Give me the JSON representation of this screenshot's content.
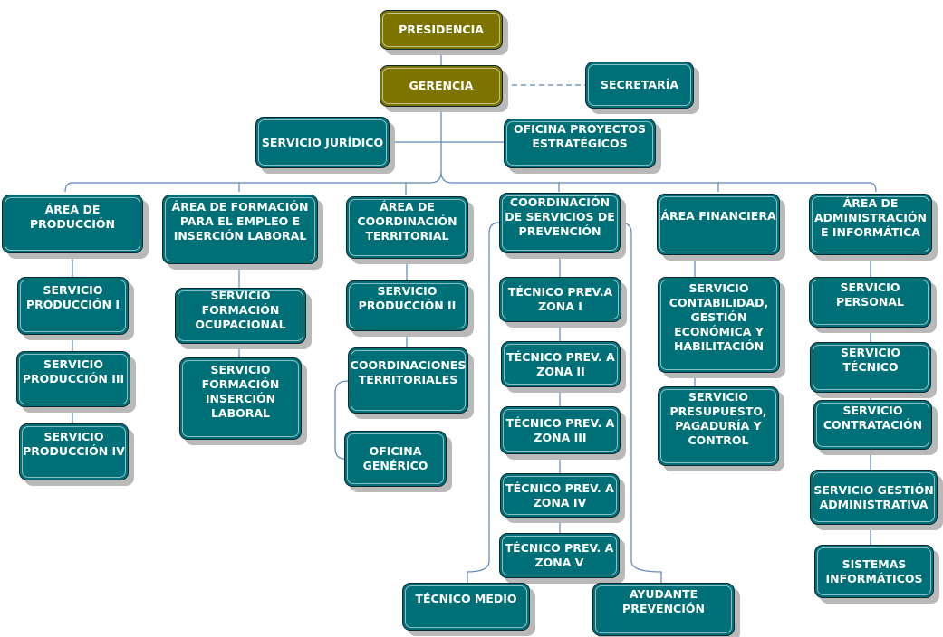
{
  "colors": {
    "node": "#007078",
    "top_node": "#7d7400",
    "connector": "#5b86b9",
    "shadow": "#b9b9b9"
  },
  "nodes": {
    "presidencia": "PRESIDENCIA",
    "gerencia": "GERENCIA",
    "secretaria": "SECRETARÍA",
    "juridico": "SERVICIO JURÍDICO",
    "oficina_proyectos": "OFICINA PROYECTOS\nESTRATÉGICOS",
    "area_produccion": "ÁREA DE\nPRODUCCIÓN",
    "area_formacion": "ÁREA DE FORMACIÓN\nPARA EL EMPLEO E\nINSERCIÓN LABORAL",
    "area_coordinacion": "ÁREA DE\nCOORDINACIÓN\nTERRITORIAL",
    "coordinacion_prevencion": "COORDINACIÓN\nDE SERVICIOS DE\nPREVENCIÓN",
    "area_financiera": "ÁREA FINANCIERA",
    "area_administracion": "ÁREA DE\nADMINISTRACIÓN\nE INFORMÁTICA",
    "prod_1": "SERVICIO\nPRODUCCIÓN I",
    "prod_3": "SERVICIO\nPRODUCCIÓN III",
    "prod_4": "SERVICIO\nPRODUCCIÓN IV",
    "form_ocupacional": "SERVICIO\nFORMACIÓN\nOCUPACIONAL",
    "form_insercion": "SERVICIO\nFORMACIÓN\nINSERCIÓN\nLABORAL",
    "prod_2": "SERVICIO\nPRODUCCIÓN II",
    "coord_territoriales": "COORDINACIONES\nTERRITORIALES",
    "oficina_generico": "OFICINA\nGENÉRICO",
    "tec_zona_1": "TÉCNICO PREV.A\nZONA I",
    "tec_zona_2": "TÉCNICO PREV. A\nZONA II",
    "tec_zona_3": "TÉCNICO PREV. A\nZONA III",
    "tec_zona_4": "TÉCNICO PREV. A\nZONA IV",
    "tec_zona_5": "TÉCNICO PREV. A\nZONA V",
    "tecnico_medio": "TÉCNICO MEDIO",
    "ayudante": "AYUDANTE\nPREVENCIÓN",
    "contabilidad": "SERVICIO\nCONTABILIDAD,\nGESTIÓN\nECONÓMICA Y\nHABILITACIÓN",
    "presupuesto": "SERVICIO\nPRESUPUESTO,\nPAGADURÍA Y\nCONTROL",
    "personal": "SERVICIO\nPERSONAL",
    "tecnico": "SERVICIO\nTÉCNICO",
    "contratacion": "SERVICIO\nCONTRATACIÓN",
    "gestion_admin": "SERVICIO GESTIÓN\nADMINISTRATIVA",
    "sistemas": "SISTEMAS\nINFORMÁTICOS"
  }
}
